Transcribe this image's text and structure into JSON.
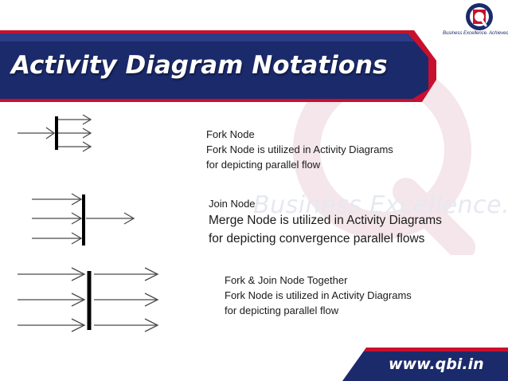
{
  "slide": {
    "title": "Activity Diagram Notations",
    "logo": {
      "initial": "Q",
      "tagline": "Business Excellence. Achieved"
    },
    "watermark_text": "Business Excellence. Achiev",
    "footer_url": "www.qbi.in",
    "colors": {
      "banner": "#1b2a6b",
      "banner_accent": "#c8102e",
      "footer": "#1b2a6b",
      "text": "#1a1a1a"
    }
  },
  "notations": [
    {
      "diagram_icon": "fork-node-icon",
      "lines": [
        "Fork Node",
        "Fork Node is utilized in Activity Diagrams",
        "for depicting parallel flow"
      ]
    },
    {
      "diagram_icon": "join-node-icon",
      "lines": [
        "Join  Node",
        "Merge Node is utilized in Activity Diagrams",
        "for depicting convergence  parallel flows"
      ]
    },
    {
      "diagram_icon": "fork-join-node-icon",
      "lines": [
        "Fork & Join Node Together",
        "Fork Node is utilized in Activity Diagrams",
        "for depicting parallel flow"
      ]
    }
  ]
}
